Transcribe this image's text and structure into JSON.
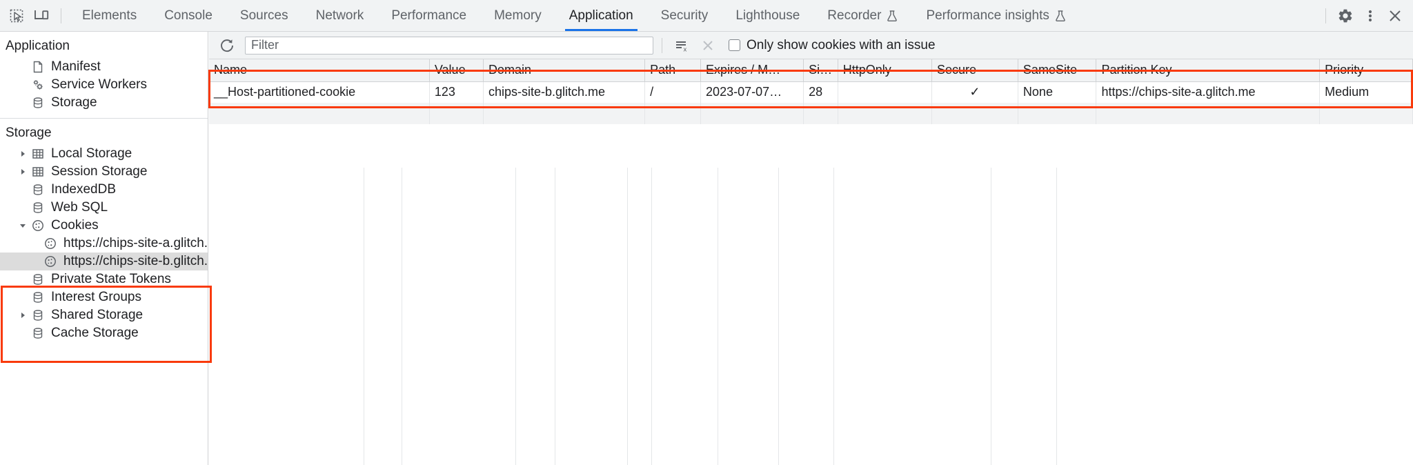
{
  "toolbar": {
    "left_icons": [
      {
        "name": "inspect-element-icon",
        "title": "Inspect element"
      },
      {
        "name": "device-toolbar-icon",
        "title": "Toggle device toolbar"
      }
    ],
    "tabs": [
      {
        "label": "Elements",
        "active": false,
        "experiment": false
      },
      {
        "label": "Console",
        "active": false,
        "experiment": false
      },
      {
        "label": "Sources",
        "active": false,
        "experiment": false
      },
      {
        "label": "Network",
        "active": false,
        "experiment": false
      },
      {
        "label": "Performance",
        "active": false,
        "experiment": false
      },
      {
        "label": "Memory",
        "active": false,
        "experiment": false
      },
      {
        "label": "Application",
        "active": true,
        "experiment": false
      },
      {
        "label": "Security",
        "active": false,
        "experiment": false
      },
      {
        "label": "Lighthouse",
        "active": false,
        "experiment": false
      },
      {
        "label": "Recorder",
        "active": false,
        "experiment": true
      },
      {
        "label": "Performance insights",
        "active": false,
        "experiment": true
      }
    ],
    "right_icons": [
      {
        "name": "settings-gear-icon",
        "title": "Settings"
      },
      {
        "name": "more-options-icon",
        "title": "Customize and control DevTools"
      },
      {
        "name": "close-devtools-icon",
        "title": "Close DevTools"
      }
    ]
  },
  "sidebar": {
    "application_section": {
      "title": "Application",
      "items": [
        {
          "label": "Manifest",
          "icon": "manifest-document-icon",
          "twisty": "none",
          "selected": false
        },
        {
          "label": "Service Workers",
          "icon": "service-workers-gears-icon",
          "twisty": "none",
          "selected": false
        },
        {
          "label": "Storage",
          "icon": "database-icon",
          "twisty": "none",
          "selected": false
        }
      ]
    },
    "storage_section": {
      "title": "Storage",
      "items": [
        {
          "label": "Local Storage",
          "icon": "table-grid-icon",
          "twisty": "collapsed",
          "selected": false
        },
        {
          "label": "Session Storage",
          "icon": "table-grid-icon",
          "twisty": "collapsed",
          "selected": false
        },
        {
          "label": "IndexedDB",
          "icon": "database-icon",
          "twisty": "none",
          "selected": false
        },
        {
          "label": "Web SQL",
          "icon": "database-icon",
          "twisty": "none",
          "selected": false
        },
        {
          "label": "Cookies",
          "icon": "cookie-icon",
          "twisty": "expanded",
          "selected": false
        },
        {
          "label": "https://chips-site-a.glitch.me",
          "icon": "cookie-icon",
          "twisty": "none",
          "selected": false,
          "child": true
        },
        {
          "label": "https://chips-site-b.glitch.me",
          "icon": "cookie-icon",
          "twisty": "none",
          "selected": true,
          "child": true
        },
        {
          "label": "Private State Tokens",
          "icon": "database-icon",
          "twisty": "none",
          "selected": false
        },
        {
          "label": "Interest Groups",
          "icon": "database-icon",
          "twisty": "none",
          "selected": false
        },
        {
          "label": "Shared Storage",
          "icon": "database-icon",
          "twisty": "collapsed",
          "selected": false
        },
        {
          "label": "Cache Storage",
          "icon": "database-icon",
          "twisty": "none",
          "selected": false
        }
      ]
    }
  },
  "filter_bar": {
    "refresh_icon": "refresh-icon",
    "filter_placeholder": "Filter",
    "filter_value": "",
    "clear_filtered_icon": "clear-filtered-cookies-icon",
    "clear_all_icon": "clear-all-cookies-icon",
    "issue_checkbox_label": "Only show cookies with an issue",
    "issue_checkbox_checked": false
  },
  "cookie_table": {
    "columns": [
      "Name",
      "Value",
      "Domain",
      "Path",
      "Expires / M…",
      "Size",
      "HttpOnly",
      "Secure",
      "SameSite",
      "Partition Key",
      "Priority"
    ],
    "rows": [
      {
        "Name": "__Host-partitioned-cookie",
        "Value": "123",
        "Domain": "chips-site-b.glitch.me",
        "Path": "/",
        "Expires / M…": "2023-07-07…",
        "Size": "28",
        "HttpOnly": "",
        "Secure": "✓",
        "SameSite": "None",
        "Partition Key": "https://chips-site-a.glitch.me",
        "Priority": "Medium"
      }
    ]
  },
  "annotations": {
    "highlight_color": "#f93a0b",
    "boxes": [
      {
        "name": "cookie-table-highlight",
        "target": "cookie-table"
      },
      {
        "name": "cookies-tree-highlight",
        "target": "sidebar-cookies-subtree"
      }
    ]
  }
}
